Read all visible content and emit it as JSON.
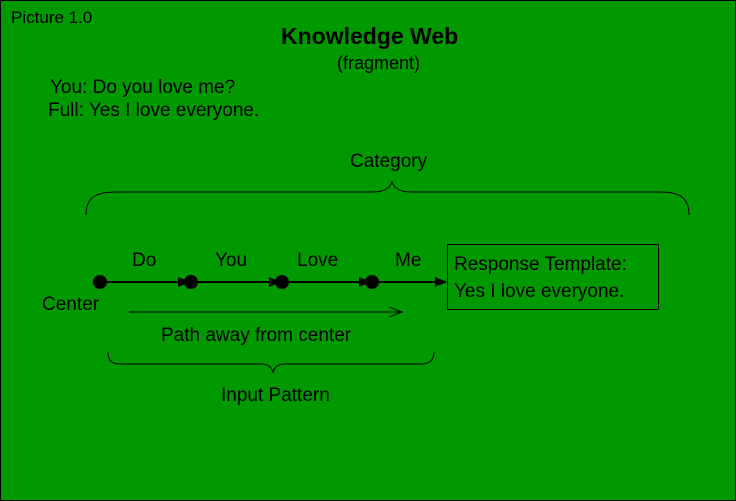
{
  "picture_label": "Picture 1.0",
  "title": "Knowledge Web",
  "subtitle": "(fragment)",
  "dialog": {
    "you": "You: Do you love me?",
    "full": "Full: Yes I love everyone."
  },
  "category_label": "Category",
  "center_label": "Center",
  "words": [
    "Do",
    "You",
    "Love",
    "Me"
  ],
  "path_label": "Path away from center",
  "input_pattern_label": "Input Pattern",
  "response": {
    "line1": "Response Template:",
    "line2": "Yes I love everyone."
  },
  "colors": {
    "background": "#009900",
    "ink": "#000000"
  }
}
